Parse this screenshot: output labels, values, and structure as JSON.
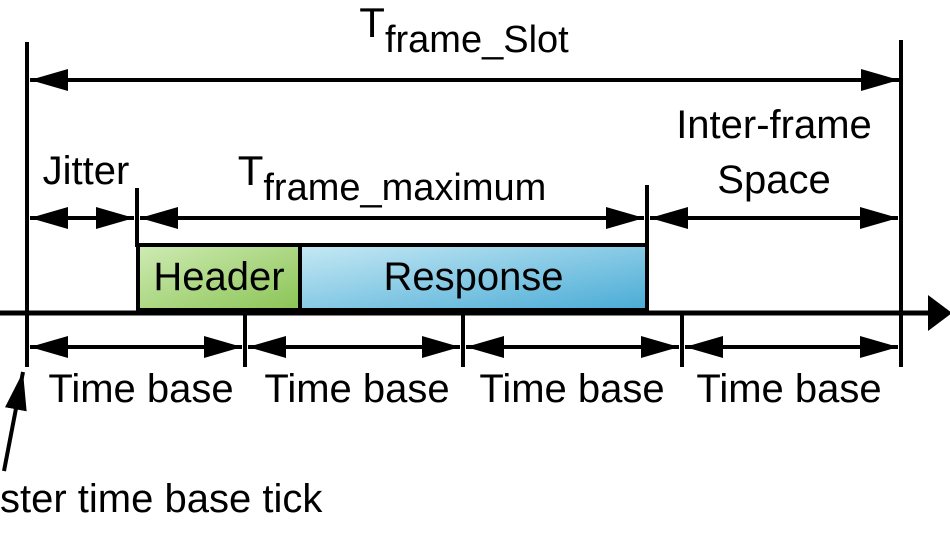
{
  "labels": {
    "t_frame_slot": {
      "prefix": "T",
      "sub": "frame_Slot"
    },
    "t_frame_maximum": {
      "prefix": "T",
      "sub": "frame_maximum"
    },
    "jitter": "Jitter",
    "inter_frame": {
      "line1": "Inter-frame",
      "line2": "Space"
    },
    "header_box": "Header",
    "response_box": "Response",
    "time_base": [
      "Time base",
      "Time base",
      "Time base",
      "Time base"
    ],
    "master_tick": "ster time base tick"
  },
  "colors": {
    "line": "#000000",
    "background": "#ffffff",
    "header_box_light": "#cfebb4",
    "header_box_dark": "#8bc455",
    "response_box_light": "#c6e9f4",
    "response_box_dark": "#49abd6"
  }
}
